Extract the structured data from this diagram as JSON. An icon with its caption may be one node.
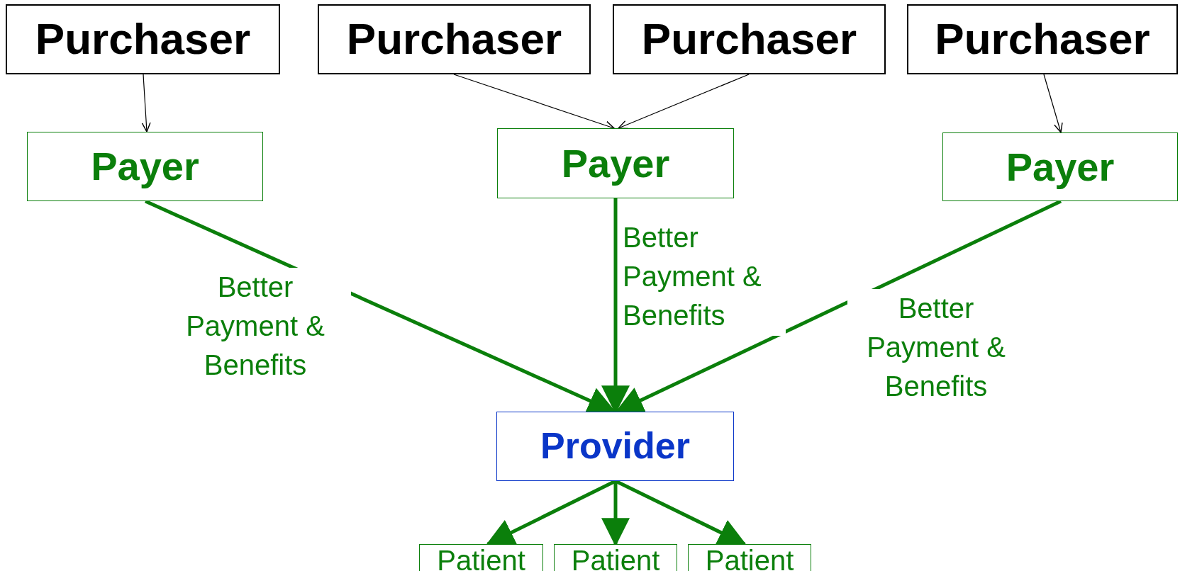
{
  "diagram": {
    "nodes": [
      {
        "text": [
          "Purchaser"
        ]
      },
      {
        "text": [
          "Purchaser"
        ]
      },
      {
        "text": [
          "Purchaser"
        ]
      },
      {
        "text": [
          "Purchaser"
        ]
      },
      {
        "text": [
          "Payer"
        ]
      },
      {
        "text": [
          "Payer"
        ]
      },
      {
        "text": [
          "Payer"
        ]
      },
      {
        "text": [
          "Provider"
        ]
      },
      {
        "text": [
          "Patient"
        ]
      },
      {
        "text": [
          "Patient"
        ]
      },
      {
        "text": [
          "Patient"
        ]
      }
    ],
    "edges": [
      {
        "from": 0,
        "to": 4,
        "arrow": "to",
        "color": "#000000"
      },
      {
        "from": 1,
        "to": 5,
        "arrow": "to",
        "color": "#000000"
      },
      {
        "from": 2,
        "to": 5,
        "arrow": "to",
        "color": "#000000"
      },
      {
        "from": 3,
        "to": 6,
        "arrow": "to",
        "color": "#000000"
      },
      {
        "from": 4,
        "to": 7,
        "arrow": "to",
        "label": "Better Payment & Benefits"
      },
      {
        "from": 5,
        "to": 7,
        "arrow": "to",
        "label": "Better Payment & Benefits"
      },
      {
        "from": 6,
        "to": 7,
        "arrow": "to",
        "label": "Better Payment & Benefits"
      },
      {
        "from": 7,
        "to": 8,
        "arrow": "to"
      },
      {
        "from": 7,
        "to": 9,
        "arrow": "to"
      },
      {
        "from": 7,
        "to": 10,
        "arrow": "to"
      }
    ]
  }
}
